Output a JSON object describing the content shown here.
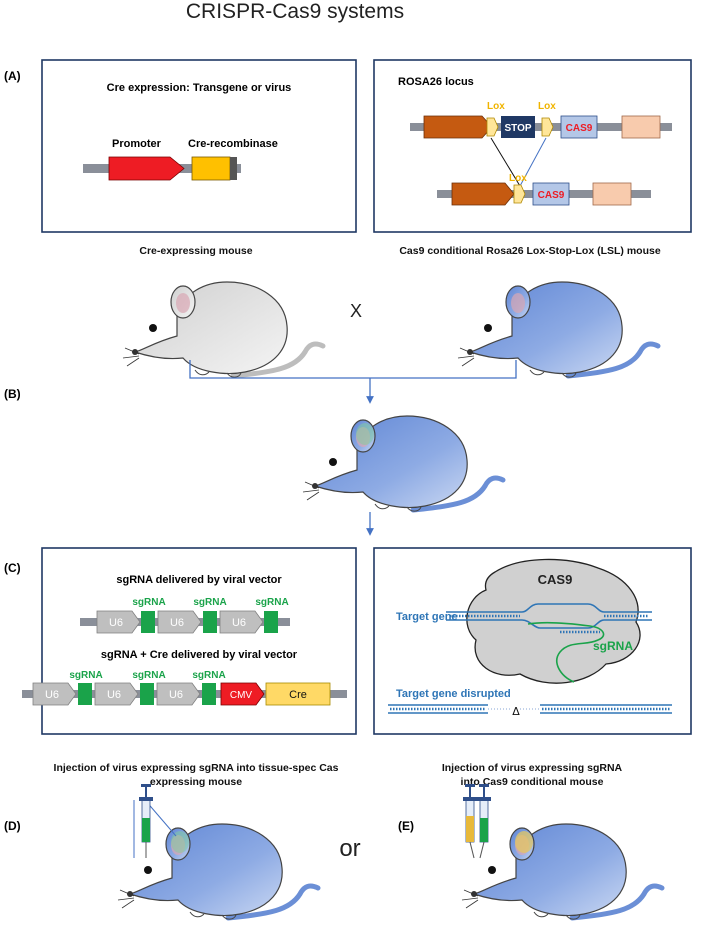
{
  "title": "CRISPR-Cas9 systems",
  "panels": {
    "a": "(A)",
    "b": "(B)",
    "c": "(C)",
    "d": "(D)",
    "e": "(E)"
  },
  "cre_box": {
    "heading": "Cre expression: Transgene or virus",
    "promoter": "Promoter",
    "recombinase": "Cre-recombinase"
  },
  "rosa_box": {
    "heading": "ROSA26 locus",
    "lox1": "Lox",
    "lox2": "Lox",
    "lox3": "Lox",
    "stop": "STOP",
    "cas9_top": "CAS9",
    "cas9_bottom": "CAS9"
  },
  "cross": {
    "left_caption": "Cre-expressing mouse",
    "right_caption": "Cas9 conditional  Rosa26 Lox-Stop-Lox (LSL) mouse",
    "x_symbol": "X"
  },
  "sgrna_box": {
    "heading1": "sgRNA delivered by viral vector",
    "heading2": "sgRNA + Cre delivered by viral vector",
    "u6": "U6",
    "sgrna": "sgRNA",
    "cmv": "CMV",
    "cre": "Cre"
  },
  "cas9_box": {
    "cas9": "CAS9",
    "target_gene": "Target gene",
    "sgrna": "sgRNA",
    "disrupted": "Target gene disrupted",
    "delta": "Δ"
  },
  "injection": {
    "left_line1": "Injection of virus expressing sgRNA into tissue-spec Cas",
    "left_line2": "expressing mouse",
    "right_line1": "Injection of virus expressing sgRNA",
    "right_line2": "into Cas9 conditional mouse",
    "or": "or"
  },
  "colors": {
    "box_border": "#1f3864",
    "mouse_blue": "#6b8fd6",
    "mouse_grey": "#dcdcdc",
    "promoter_red": "#ee1c24",
    "cre_yellow": "#ffc000",
    "rosa_orange": "#c55a11",
    "stop_navy": "#1f3864",
    "cas9_box": "#b4c7e7",
    "pale_orange": "#f8cbad",
    "lox_yellow": "#ffe699",
    "sgrna_green": "#1aa34a",
    "dna_blue": "#2e75b6",
    "arrow_blue": "#4472c4"
  }
}
